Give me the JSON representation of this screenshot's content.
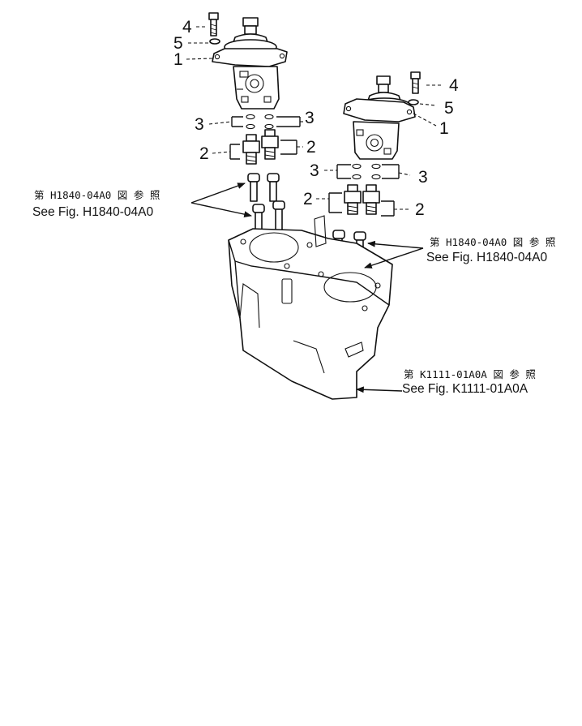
{
  "callouts": {
    "n1a": "1",
    "n2a": "2",
    "n2b": "2",
    "n3a": "3",
    "n3b": "3",
    "n4a": "4",
    "n5a": "5",
    "n1b": "1",
    "n2c": "2",
    "n2d": "2",
    "n3c": "3",
    "n3d": "3",
    "n4b": "4",
    "n5b": "5"
  },
  "references": {
    "left": {
      "jp": "第 H1840-04A0 図 参 照",
      "en": "See Fig. H1840-04A0"
    },
    "right": {
      "jp": "第 H1840-04A0 図 参 照",
      "en": "See Fig. H1840-04A0"
    },
    "bottom": {
      "jp": "第 K1111-01A0A 図 参 照",
      "en": "See Fig. K1111-01A0A"
    }
  }
}
